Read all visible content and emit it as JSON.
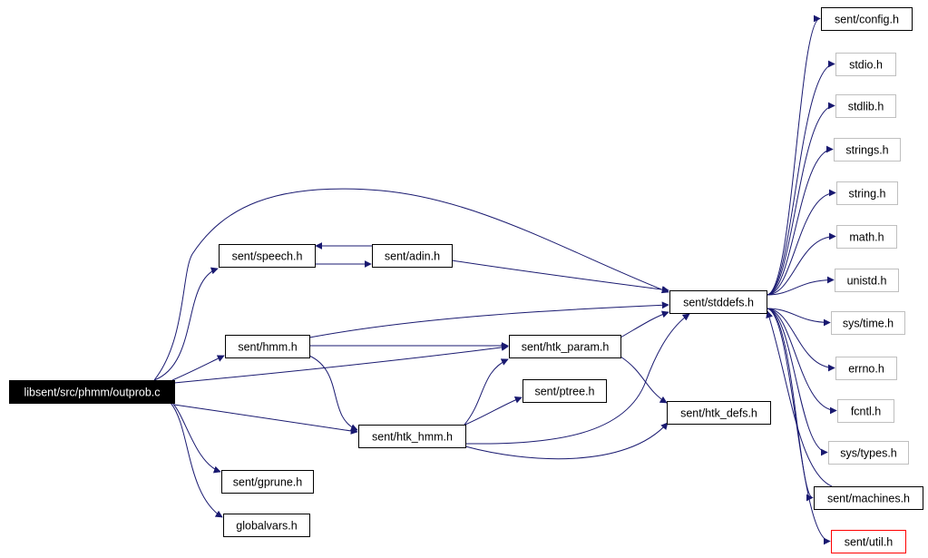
{
  "colors": {
    "edge": "#191970",
    "node_border": "#000000",
    "node_border_external": "#bfbfbf",
    "node_border_incomplete": "#ff0000",
    "root_fill": "#000000",
    "root_text": "#ffffff",
    "text": "#000000"
  },
  "nodes": {
    "root": {
      "label": "libsent/src/phmm/outprob.c",
      "kind": "root"
    },
    "speech": {
      "label": "sent/speech.h",
      "kind": "internal"
    },
    "adin": {
      "label": "sent/adin.h",
      "kind": "internal"
    },
    "hmm": {
      "label": "sent/hmm.h",
      "kind": "internal"
    },
    "gprune": {
      "label": "sent/gprune.h",
      "kind": "internal"
    },
    "globalvars": {
      "label": "globalvars.h",
      "kind": "internal"
    },
    "htk_param": {
      "label": "sent/htk_param.h",
      "kind": "internal"
    },
    "ptree": {
      "label": "sent/ptree.h",
      "kind": "internal"
    },
    "htk_hmm": {
      "label": "sent/htk_hmm.h",
      "kind": "internal"
    },
    "stddefs": {
      "label": "sent/stddefs.h",
      "kind": "internal"
    },
    "htk_defs": {
      "label": "sent/htk_defs.h",
      "kind": "internal"
    },
    "config": {
      "label": "sent/config.h",
      "kind": "internal"
    },
    "stdio": {
      "label": "stdio.h",
      "kind": "external"
    },
    "stdlib": {
      "label": "stdlib.h",
      "kind": "external"
    },
    "strings": {
      "label": "strings.h",
      "kind": "external"
    },
    "string": {
      "label": "string.h",
      "kind": "external"
    },
    "math": {
      "label": "math.h",
      "kind": "external"
    },
    "unistd": {
      "label": "unistd.h",
      "kind": "external"
    },
    "systime": {
      "label": "sys/time.h",
      "kind": "external"
    },
    "errno": {
      "label": "errno.h",
      "kind": "external"
    },
    "fcntl": {
      "label": "fcntl.h",
      "kind": "external"
    },
    "systypes": {
      "label": "sys/types.h",
      "kind": "external"
    },
    "machines": {
      "label": "sent/machines.h",
      "kind": "internal"
    },
    "util": {
      "label": "sent/util.h",
      "kind": "incomplete"
    }
  },
  "edges": [
    [
      "root",
      "speech"
    ],
    [
      "root",
      "stddefs"
    ],
    [
      "root",
      "hmm"
    ],
    [
      "root",
      "htk_param"
    ],
    [
      "root",
      "htk_hmm"
    ],
    [
      "root",
      "gprune"
    ],
    [
      "root",
      "globalvars"
    ],
    [
      "speech",
      "adin"
    ],
    [
      "adin",
      "speech"
    ],
    [
      "adin",
      "stddefs"
    ],
    [
      "hmm",
      "stddefs"
    ],
    [
      "hmm",
      "htk_param"
    ],
    [
      "hmm",
      "htk_hmm"
    ],
    [
      "htk_param",
      "stddefs"
    ],
    [
      "htk_param",
      "htk_defs"
    ],
    [
      "htk_hmm",
      "htk_param"
    ],
    [
      "htk_hmm",
      "ptree"
    ],
    [
      "htk_hmm",
      "stddefs"
    ],
    [
      "htk_hmm",
      "htk_defs"
    ],
    [
      "stddefs",
      "config"
    ],
    [
      "stddefs",
      "stdio"
    ],
    [
      "stddefs",
      "stdlib"
    ],
    [
      "stddefs",
      "strings"
    ],
    [
      "stddefs",
      "string"
    ],
    [
      "stddefs",
      "math"
    ],
    [
      "stddefs",
      "unistd"
    ],
    [
      "stddefs",
      "systime"
    ],
    [
      "stddefs",
      "errno"
    ],
    [
      "stddefs",
      "fcntl"
    ],
    [
      "stddefs",
      "systypes"
    ],
    [
      "stddefs",
      "machines"
    ],
    [
      "stddefs",
      "util"
    ],
    [
      "machines",
      "stddefs"
    ]
  ]
}
